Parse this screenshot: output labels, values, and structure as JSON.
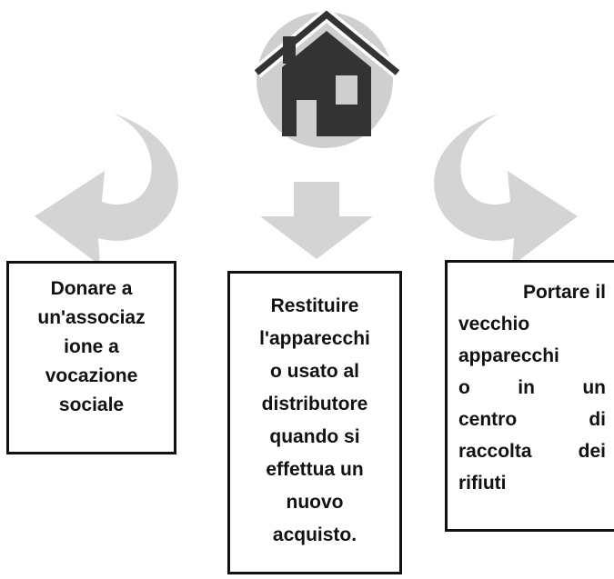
{
  "colors": {
    "arrow_gray": "#d4d4d4",
    "circle_gray": "#cfcfcf",
    "house_dark": "#333333",
    "box_border": "#111111",
    "text": "#111111"
  },
  "icons": {
    "center": "house-icon",
    "arrows": [
      "curved-arrow-left-icon",
      "arrow-down-icon",
      "curved-arrow-right-icon"
    ]
  },
  "options": {
    "left": {
      "text": "Donare a\nun'associaz\nione a\nvocazione\nsociale"
    },
    "center": {
      "text": "Restituire\nl'apparecchi\no usato al\ndistributore\nquando si\neffettua un\nnuovo\nacquisto."
    },
    "right": {
      "lines": [
        "Portare il",
        "vecchio",
        "apparecchi",
        "o in un",
        "centro di",
        "raccolta dei",
        "rifiuti"
      ]
    }
  }
}
